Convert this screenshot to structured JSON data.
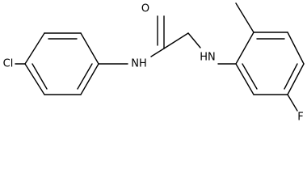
{
  "molecule": {
    "atom_labels": {
      "chlorine": "Cl",
      "amide_nitrogen": "NH",
      "carbonyl_oxygen": "O",
      "amine_nitrogen": "HN",
      "fluorine": "F"
    }
  },
  "colors": {
    "bond": "#000000",
    "text": "#000000",
    "background": "#ffffff"
  }
}
